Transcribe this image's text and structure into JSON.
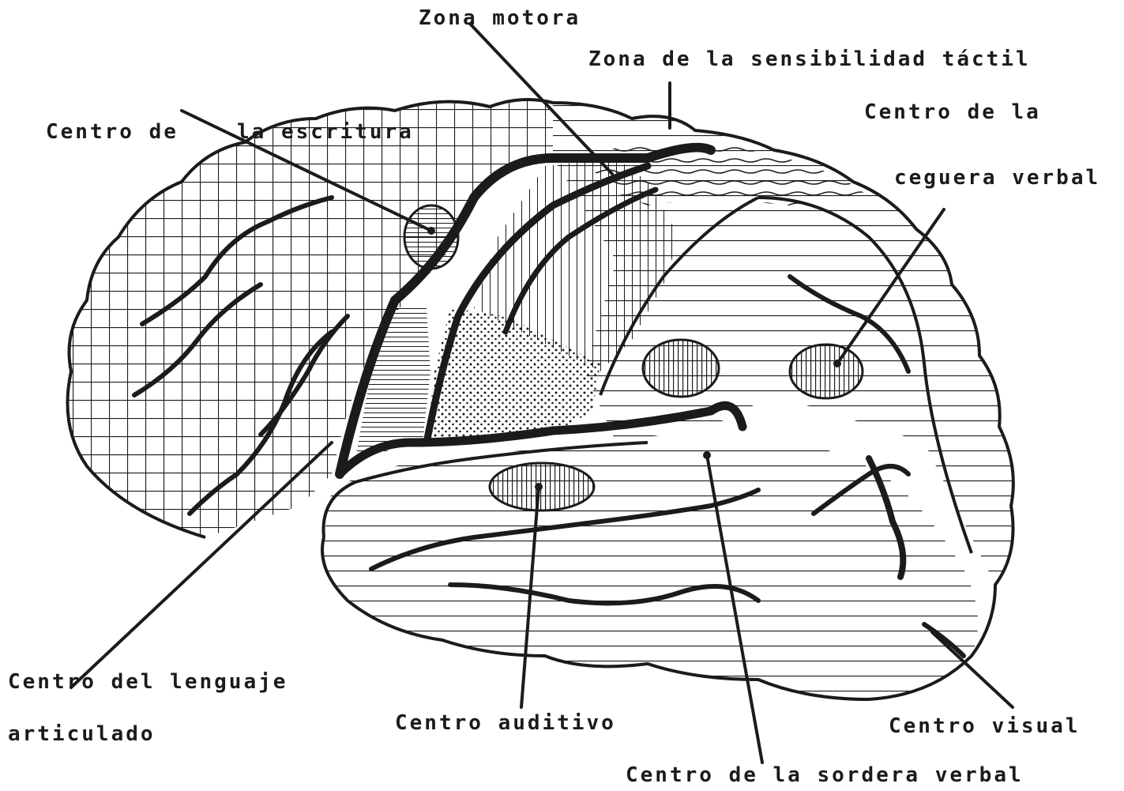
{
  "colors": {
    "ink": "#1b1b1b",
    "paper": "#ffffff"
  },
  "labels": {
    "zona_motora": "Zona motora",
    "sensibilidad_tactil": "Zona de la sensibilidad táctil",
    "centro_escritura_1": "Centro de",
    "centro_escritura_2": "la escritura",
    "ceguera_verbal_1": "Centro de la",
    "ceguera_verbal_2": "ceguera verbal",
    "lenguaje_1": "Centro del lenguaje",
    "lenguaje_2": "articulado",
    "auditivo": "Centro auditivo",
    "visual": "Centro visual",
    "sordera_verbal": "Centro de la sordera verbal"
  }
}
